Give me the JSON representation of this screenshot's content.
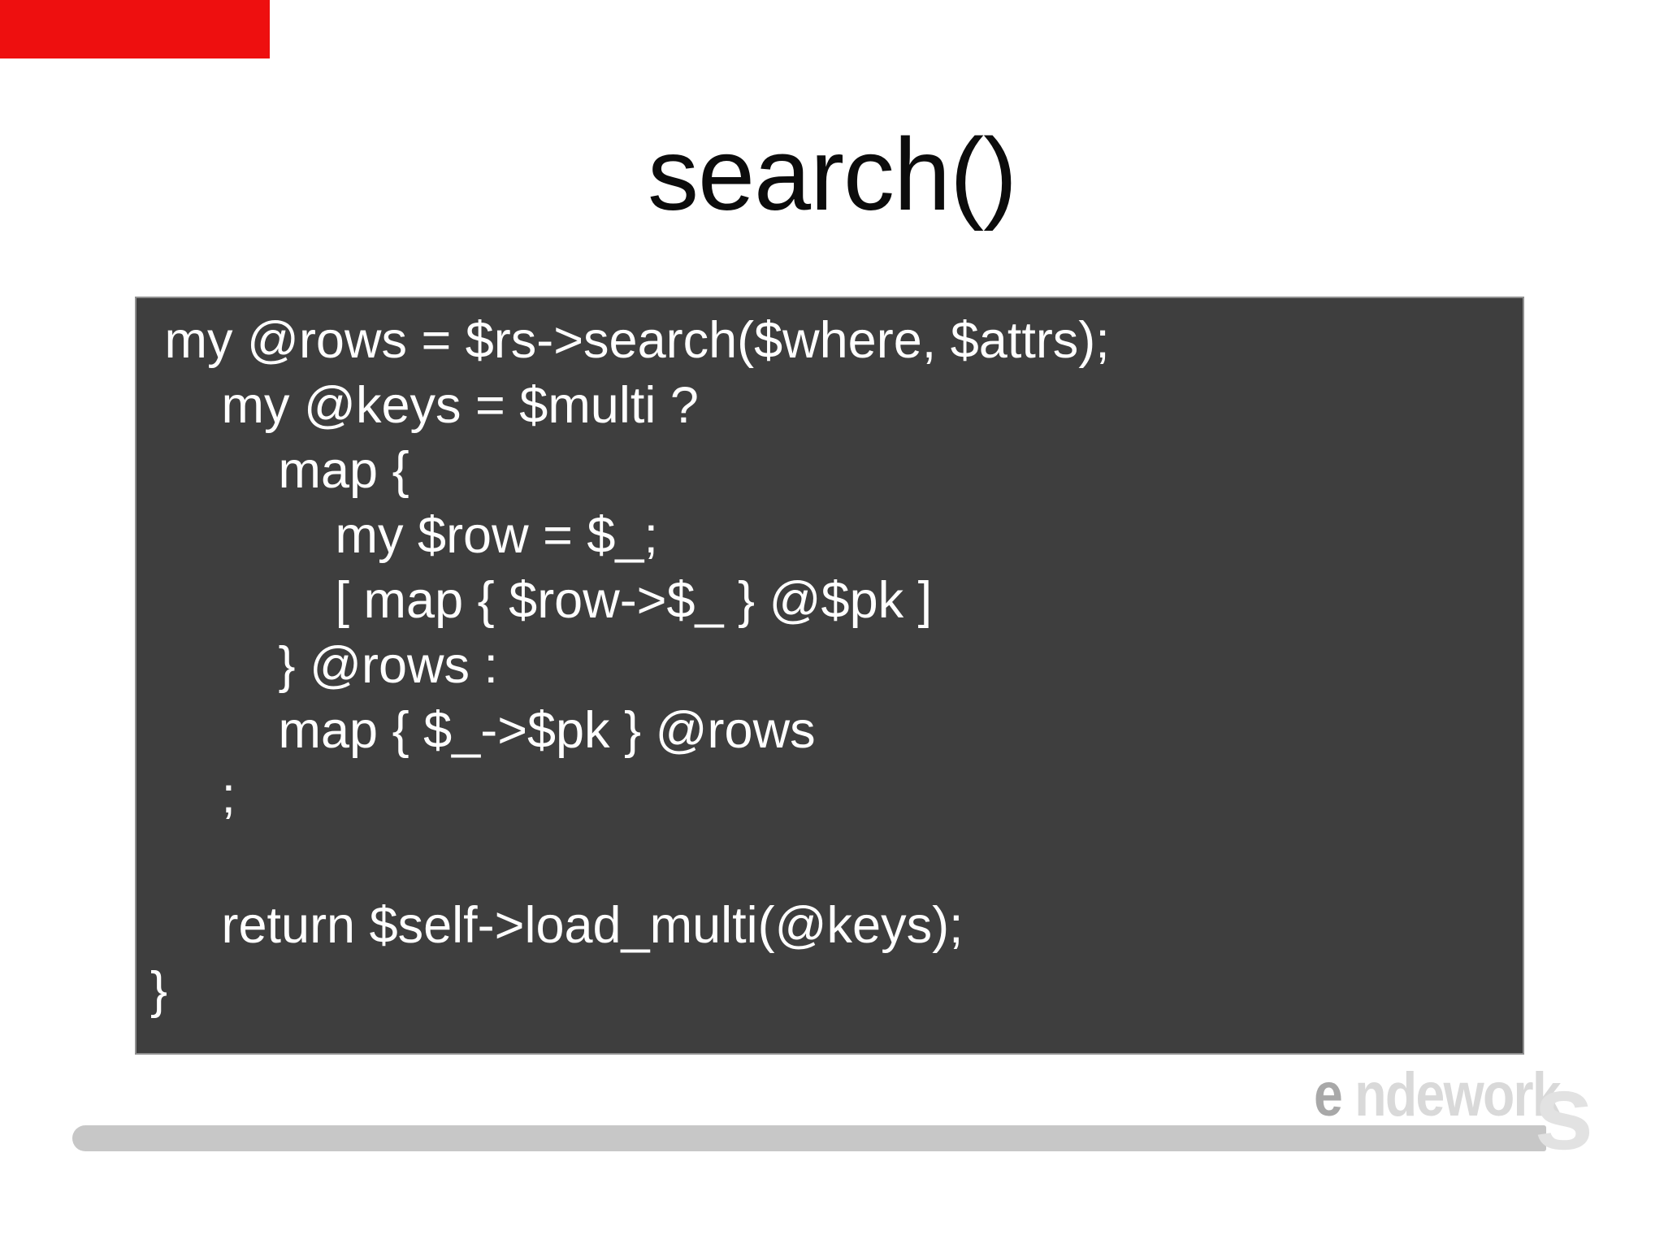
{
  "slide": {
    "title": "search()",
    "code": {
      "lines": [
        " my @rows = $rs->search($where, $attrs);",
        "     my @keys = $multi ?",
        "         map {",
        "             my $row = $_;",
        "             [ map { $row->$_ } @$pk ]",
        "         } @rows :",
        "         map { $_->$pk } @rows",
        "     ;",
        "",
        "     return $self->load_multi(@keys);",
        "}"
      ]
    },
    "logo": {
      "full_name": "endeworks",
      "first_letter": "e",
      "middle_letters": "ndework",
      "big_s": "s"
    },
    "colors": {
      "accent_red": "#ee0f0f",
      "code_bg": "#3e3e3e",
      "code_text": "#ffffff",
      "title_text": "#0c0c0c",
      "footer_bar": "#c7c7c7",
      "logo_first_letter": "#a8a8a8",
      "logo_letters": "#d9d9d9",
      "logo_big_s": "#e2e2e2"
    }
  }
}
